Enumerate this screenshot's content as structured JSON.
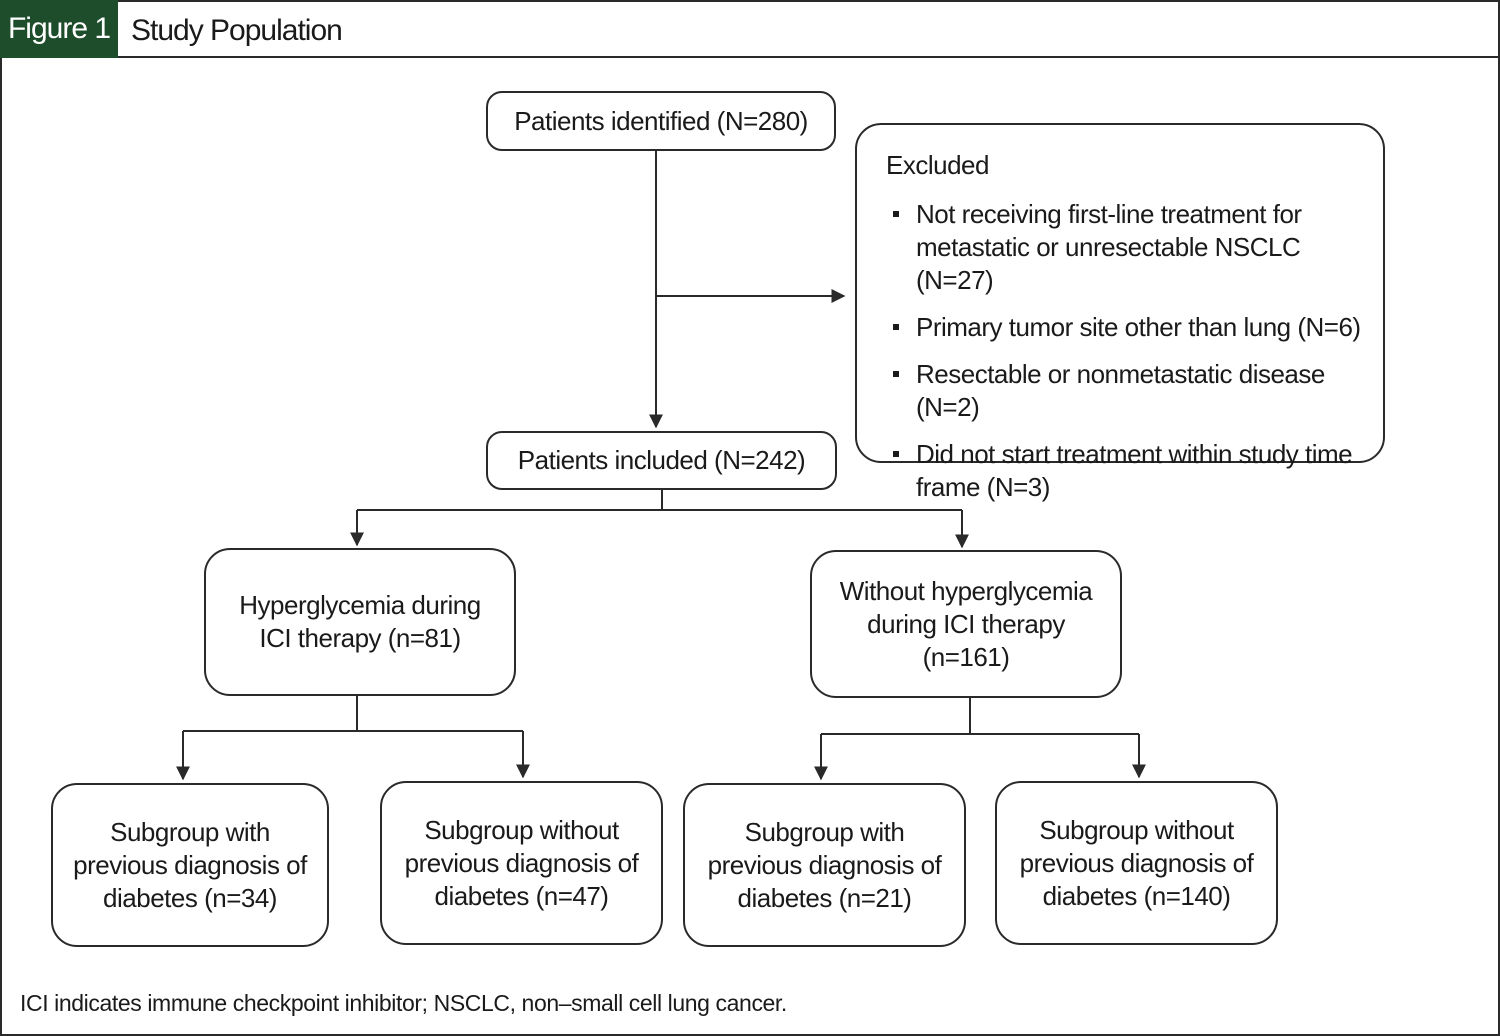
{
  "header": {
    "figure_label": "Figure 1",
    "title": "Study Population"
  },
  "nodes": {
    "identified": "Patients identified (N=280)",
    "included": "Patients included (N=242)",
    "hyper": "Hyperglycemia during ICI therapy (n=81)",
    "no_hyper": "Without hyperglycemia during ICI therapy (n=161)",
    "hyper_diab": "Subgroup with previous diagnosis of diabetes (n=34)",
    "hyper_nodiab": "Subgroup without previous diagnosis of diabetes (n=47)",
    "nohyper_diab": "Subgroup with previous diagnosis of diabetes (n=21)",
    "nohyper_nodiab": "Subgroup without previous diagnosis of diabetes (n=140)"
  },
  "excluded": {
    "title": "Excluded",
    "items": [
      "Not receiving first-line treatment for metastatic or unresectable NSCLC (N=27)",
      "Primary tumor site other than lung (N=6)",
      "Resectable or nonmetastatic disease (N=2)",
      "Did not start treatment within study time frame (N=3)"
    ]
  },
  "footnote": "ICI indicates immune checkpoint inhibitor; NSCLC, non–small cell lung cancer.",
  "colors": {
    "header_green": "#1e4d2b",
    "line": "#2a2a2a"
  }
}
